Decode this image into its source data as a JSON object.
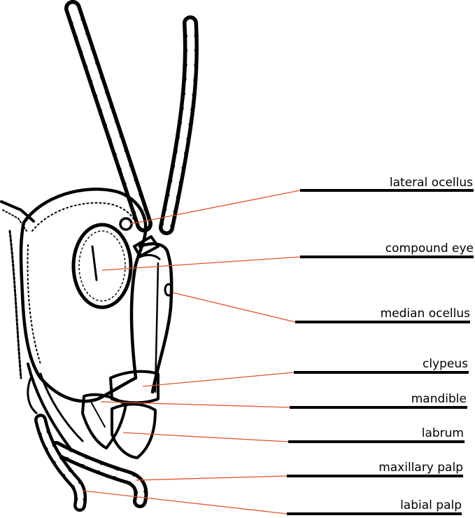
{
  "diagram": {
    "labels": [
      {
        "id": "lateral-ocellus",
        "text": "lateral ocellus"
      },
      {
        "id": "compound-eye",
        "text": "compound eye"
      },
      {
        "id": "median-ocellus",
        "text": "median ocellus"
      },
      {
        "id": "clypeus",
        "text": "clypeus"
      },
      {
        "id": "mandible",
        "text": "mandible"
      },
      {
        "id": "labrum",
        "text": "labrum"
      },
      {
        "id": "maxillary-palp",
        "text": "maxillary palp"
      },
      {
        "id": "labial-palp",
        "text": "labial palp"
      }
    ],
    "colors": {
      "leader": "#e2542c",
      "ink": "#000000",
      "background": "#ffffff"
    }
  }
}
